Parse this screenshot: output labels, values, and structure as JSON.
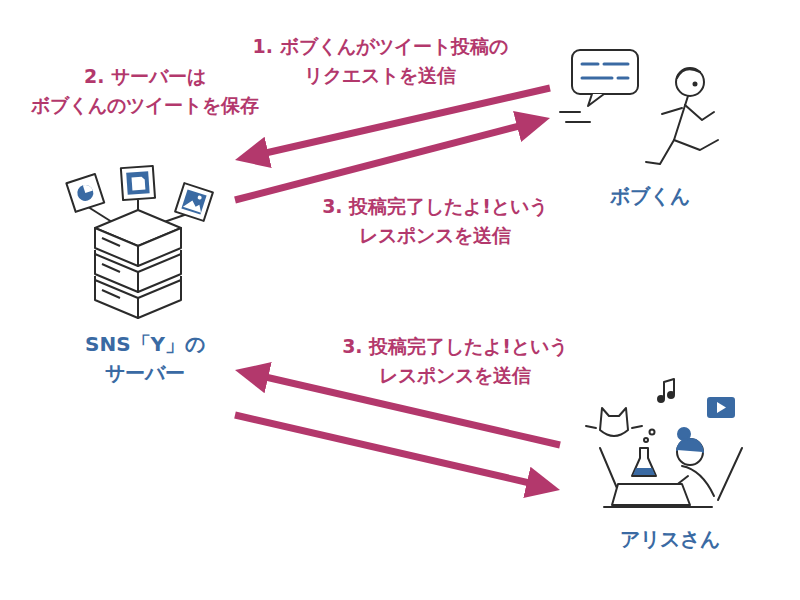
{
  "diagram": {
    "nodes": [
      {
        "text": [
          "SNS「Y」の サーバー"
        ]
      },
      {
        "text": [
          "ボブくん"
        ]
      },
      {
        "text": [
          "アリスさん"
        ]
      }
    ],
    "edges": [
      {
        "from": 1,
        "to": 0,
        "arrow": "to",
        "label": "1. ボブくんがツイート投稿の リクエストを送信"
      },
      {
        "from": 0,
        "to": 1,
        "arrow": "to",
        "label": "3. 投稿完了したよ!という レスポンスを送信"
      },
      {
        "from": 2,
        "to": 0,
        "arrow": "to",
        "label": "3. 投稿完了したよ!という レスポンスを送信"
      },
      {
        "from": 0,
        "to": 2,
        "arrow": "to"
      }
    ],
    "labels": [
      "2. サーバーは ボブくんのツイートを保存"
    ]
  }
}
